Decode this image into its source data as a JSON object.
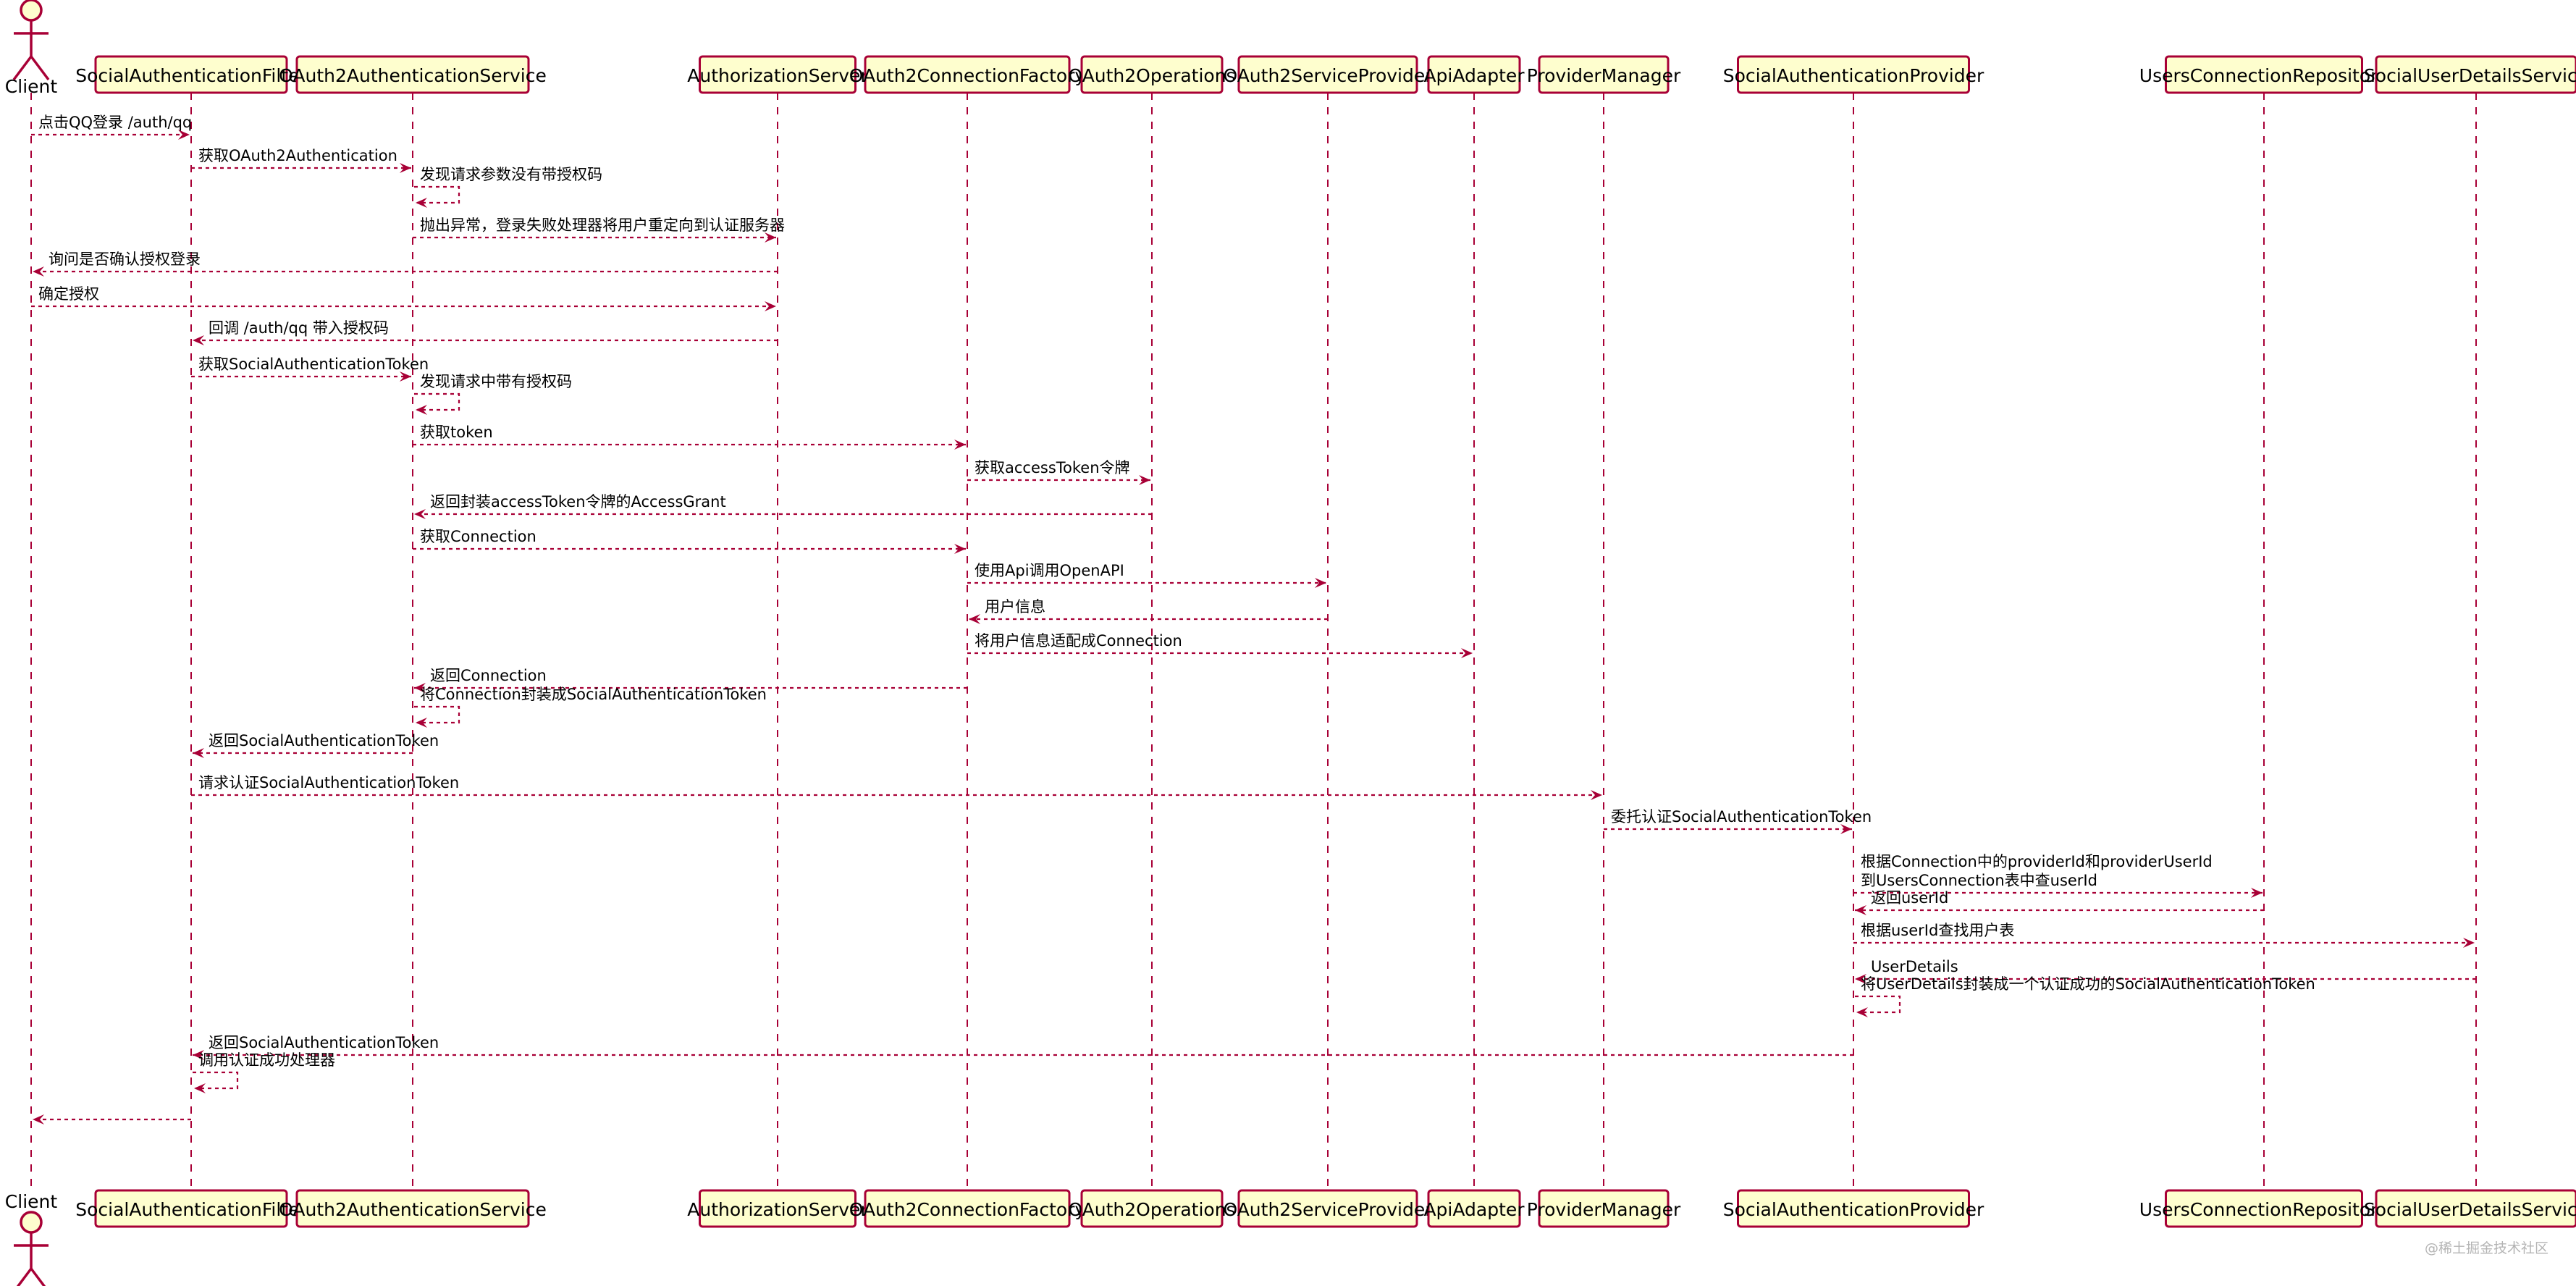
{
  "actor": "Client",
  "participants": [
    "SocialAuthenticationFilter",
    "OAuth2AuthenticationService",
    "AuthorizationServer",
    "OAuth2ConnectionFactory",
    "OAuth2Operations",
    "OAuth2ServiceProvider",
    "ApiAdapter",
    "ProviderManager",
    "SocialAuthenticationProvider",
    "UsersConnectionRepository",
    "SocialUserDetailsService"
  ],
  "messages": [
    {
      "from": 0,
      "to": 1,
      "label": [
        "点击QQ登录 /auth/qq"
      ]
    },
    {
      "from": 1,
      "to": 2,
      "label": [
        "获取OAuth2Authentication"
      ]
    },
    {
      "from": 2,
      "to": 2,
      "label": [
        "发现请求参数没有带授权码"
      ]
    },
    {
      "from": 2,
      "to": 3,
      "label": [
        "抛出异常，登录失败处理器将用户重定向到认证服务器"
      ]
    },
    {
      "from": 3,
      "to": 0,
      "label": [
        "询问是否确认授权登录"
      ]
    },
    {
      "from": 0,
      "to": 3,
      "label": [
        "确定授权"
      ]
    },
    {
      "from": 3,
      "to": 1,
      "label": [
        "回调 /auth/qq 带入授权码"
      ]
    },
    {
      "from": 1,
      "to": 2,
      "label": [
        "获取SocialAuthenticationToken"
      ]
    },
    {
      "from": 2,
      "to": 2,
      "label": [
        "发现请求中带有授权码"
      ]
    },
    {
      "from": 2,
      "to": 4,
      "label": [
        "获取token"
      ]
    },
    {
      "from": 4,
      "to": 5,
      "label": [
        "获取accessToken令牌"
      ]
    },
    {
      "from": 5,
      "to": 2,
      "label": [
        "返回封装accessToken令牌的AccessGrant"
      ]
    },
    {
      "from": 2,
      "to": 4,
      "label": [
        "获取Connection"
      ]
    },
    {
      "from": 4,
      "to": 6,
      "label": [
        "使用Api调用OpenAPI"
      ]
    },
    {
      "from": 6,
      "to": 4,
      "label": [
        "用户信息"
      ]
    },
    {
      "from": 4,
      "to": 7,
      "label": [
        "将用户信息适配成Connection"
      ]
    },
    {
      "from": 4,
      "to": 2,
      "label": [
        "返回Connection"
      ]
    },
    {
      "from": 2,
      "to": 2,
      "label": [
        "将Connection封装成SocialAuthenticationToken"
      ]
    },
    {
      "from": 2,
      "to": 1,
      "label": [
        "返回SocialAuthenticationToken"
      ]
    },
    {
      "from": 1,
      "to": 8,
      "label": [
        "请求认证SocialAuthenticationToken"
      ]
    },
    {
      "from": 8,
      "to": 9,
      "label": [
        "委托认证SocialAuthenticationToken"
      ]
    },
    {
      "from": 9,
      "to": 10,
      "label": [
        "根据Connection中的providerId和providerUserId",
        "到UsersConnection表中查userId"
      ]
    },
    {
      "from": 10,
      "to": 9,
      "label": [
        "返回userId"
      ]
    },
    {
      "from": 9,
      "to": 11,
      "label": [
        "根据userId查找用户表"
      ]
    },
    {
      "from": 11,
      "to": 9,
      "label": [
        "UserDetails"
      ]
    },
    {
      "from": 9,
      "to": 9,
      "label": [
        "将UserDetails封装成一个认证成功的SocialAuthenticationToken"
      ]
    },
    {
      "from": 9,
      "to": 1,
      "label": [
        "返回SocialAuthenticationToken"
      ]
    },
    {
      "from": 1,
      "to": 1,
      "label": [
        "调用认证成功处理器"
      ]
    },
    {
      "from": 1,
      "to": 0,
      "label": []
    }
  ],
  "watermark": "@稀土掘金技术社区",
  "colors": {
    "stroke": "#a80036",
    "fill": "#fefece"
  }
}
